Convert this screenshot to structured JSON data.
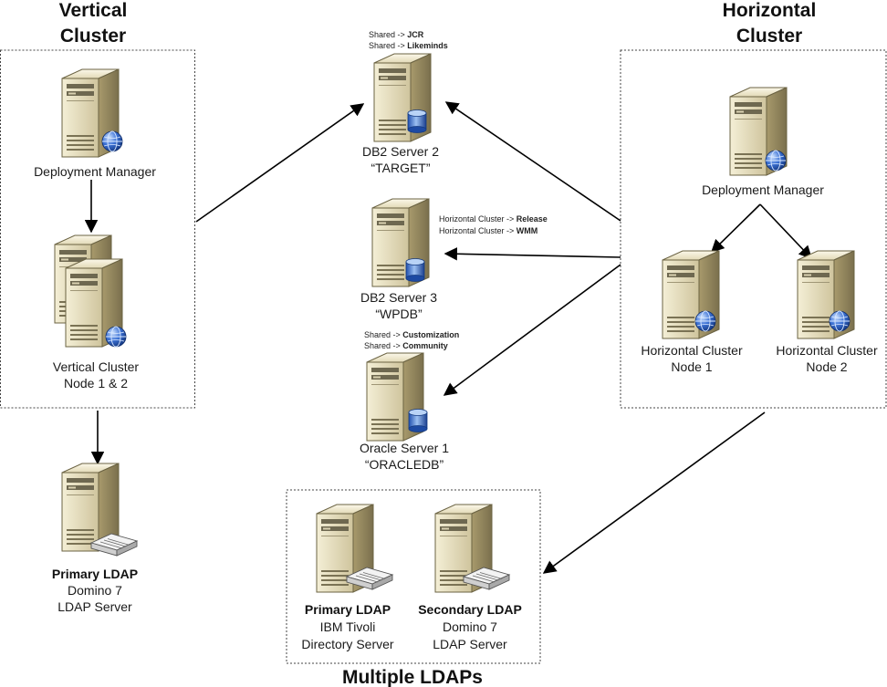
{
  "vertical_cluster": {
    "title_line1": "Vertical",
    "title_line2": "Cluster",
    "deployment_manager": "Deployment Manager",
    "nodes_line1": "Vertical Cluster",
    "nodes_line2": "Node 1 & 2"
  },
  "primary_ldap_left": {
    "line1": "Primary LDAP",
    "line2": "Domino 7",
    "line3": "LDAP Server"
  },
  "db2_server_2": {
    "note1_prefix": "Shared -> ",
    "note1_value": "JCR",
    "note2_prefix": "Shared -> ",
    "note2_value": "Likeminds",
    "line1": "DB2 Server 2",
    "line2": "“TARGET”"
  },
  "db2_server_3": {
    "note1_prefix": "Horizontal Cluster -> ",
    "note1_value": "Release",
    "note2_prefix": "Horizontal Cluster -> ",
    "note2_value": "WMM",
    "line1": "DB2 Server 3",
    "line2": "“WPDB”"
  },
  "oracle_server_1": {
    "note1_prefix": "Shared -> ",
    "note1_value": "Customization",
    "note2_prefix": "Shared -> ",
    "note2_value": "Community",
    "line1": "Oracle Server 1",
    "line2": "“ORACLEDB”"
  },
  "horizontal_cluster": {
    "title_line1": "Horizontal",
    "title_line2": "Cluster",
    "deployment_manager": "Deployment Manager",
    "node1_line1": "Horizontal Cluster",
    "node1_line2": "Node 1",
    "node2_line1": "Horizontal Cluster",
    "node2_line2": "Node 2"
  },
  "multiple_ldaps": {
    "title": "Multiple LDAPs",
    "primary_line1": "Primary LDAP",
    "primary_line2": "IBM Tivoli",
    "primary_line3": "Directory Server",
    "secondary_line1": "Secondary LDAP",
    "secondary_line2": "Domino 7",
    "secondary_line3": "LDAP Server"
  },
  "icons": [
    "server-tower-icon",
    "globe-icon",
    "database-cylinder-icon",
    "directory-drive-icon"
  ]
}
